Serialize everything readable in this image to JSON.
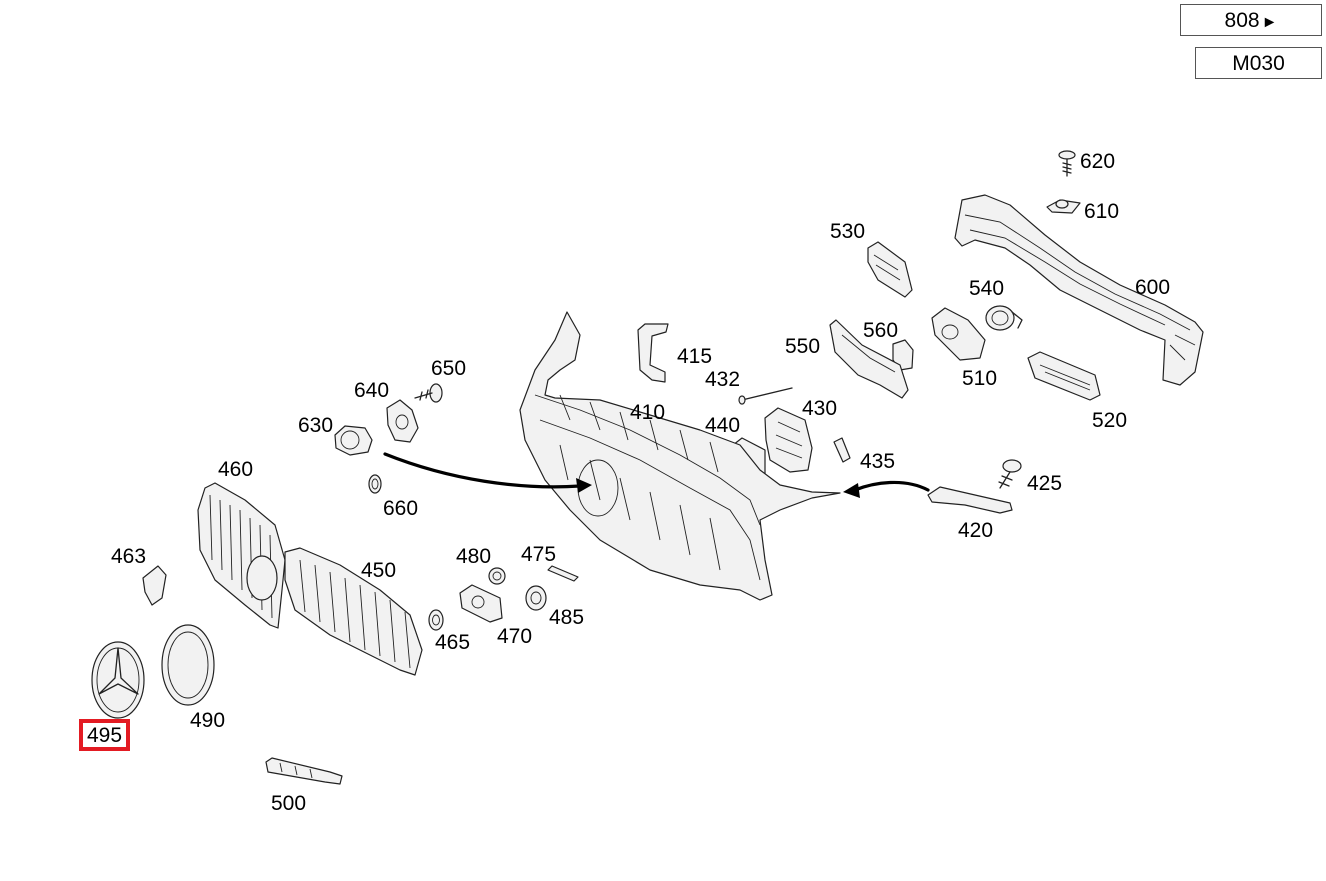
{
  "diagram": {
    "references": [
      {
        "id": "ref-808",
        "label": "808",
        "arrow": "►"
      },
      {
        "id": "ref-m030",
        "label": "M030"
      }
    ],
    "highlight_color": "#e31b23",
    "callouts": [
      {
        "id": "620",
        "label": "620"
      },
      {
        "id": "610",
        "label": "610"
      },
      {
        "id": "530",
        "label": "530"
      },
      {
        "id": "600",
        "label": "600"
      },
      {
        "id": "540",
        "label": "540"
      },
      {
        "id": "560",
        "label": "560"
      },
      {
        "id": "550",
        "label": "550"
      },
      {
        "id": "510",
        "label": "510"
      },
      {
        "id": "415",
        "label": "415"
      },
      {
        "id": "432",
        "label": "432"
      },
      {
        "id": "650",
        "label": "650"
      },
      {
        "id": "640",
        "label": "640"
      },
      {
        "id": "410",
        "label": "410"
      },
      {
        "id": "430",
        "label": "430"
      },
      {
        "id": "520",
        "label": "520"
      },
      {
        "id": "630",
        "label": "630"
      },
      {
        "id": "440",
        "label": "440"
      },
      {
        "id": "435",
        "label": "435"
      },
      {
        "id": "460",
        "label": "460"
      },
      {
        "id": "425",
        "label": "425"
      },
      {
        "id": "660",
        "label": "660"
      },
      {
        "id": "420",
        "label": "420"
      },
      {
        "id": "480",
        "label": "480"
      },
      {
        "id": "475",
        "label": "475"
      },
      {
        "id": "463",
        "label": "463"
      },
      {
        "id": "450",
        "label": "450"
      },
      {
        "id": "485",
        "label": "485"
      },
      {
        "id": "470",
        "label": "470"
      },
      {
        "id": "465",
        "label": "465"
      },
      {
        "id": "490",
        "label": "490"
      },
      {
        "id": "495",
        "label": "495",
        "highlighted": true
      },
      {
        "id": "500",
        "label": "500"
      }
    ]
  }
}
